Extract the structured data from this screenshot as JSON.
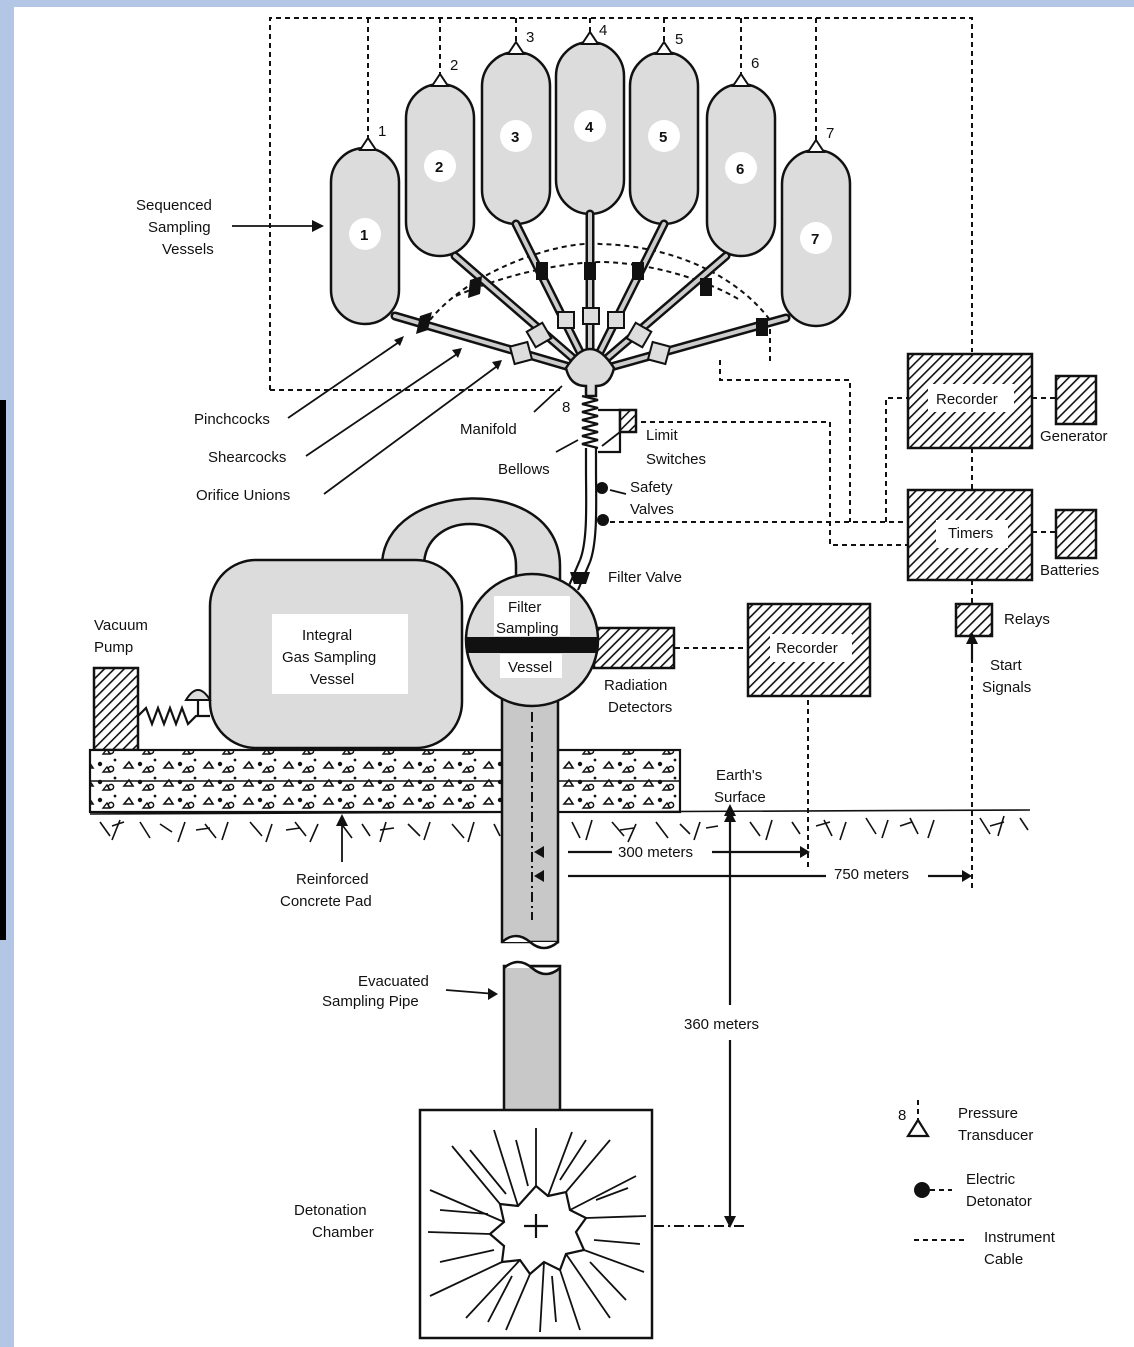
{
  "vessel_numbers": [
    "1",
    "2",
    "3",
    "4",
    "5",
    "6",
    "7"
  ],
  "transducer_numbers": [
    "1",
    "2",
    "3",
    "4",
    "5",
    "6",
    "7"
  ],
  "manifold_transducer_number": "8",
  "labels": {
    "sequenced_sampling_vessels": [
      "Sequenced",
      "Sampling",
      "Vessels"
    ],
    "pinchcocks": "Pinchcocks",
    "shearcocks": "Shearcocks",
    "orifice_unions": "Orifice  Unions",
    "manifold": "Manifold",
    "bellows": "Bellows",
    "limit_switches": [
      "Limit",
      "Switches"
    ],
    "safety_valves": [
      "Safety",
      "Valves"
    ],
    "filter_valve": "Filter  Valve",
    "recorder_top": "Recorder",
    "generator": "Generator",
    "timers": "Timers",
    "batteries": "Batteries",
    "relays": "Relays",
    "start_signals": [
      "Start",
      "Signals"
    ],
    "vacuum_pump": [
      "Vacuum",
      "Pump"
    ],
    "integral_gas_sampling_vessel": [
      "Integral",
      "Gas  Sampling",
      "Vessel"
    ],
    "filter_sampling_vessel": [
      "Filter",
      "Sampling",
      "Vessel"
    ],
    "radiation_detectors": [
      "Radiation",
      "Detectors"
    ],
    "recorder_mid": "Recorder",
    "earths_surface": [
      "Earth's",
      "Surface"
    ],
    "reinforced_concrete_pad": [
      "Reinforced",
      "Concrete  Pad"
    ],
    "evacuated_sampling_pipe": [
      "Evacuated",
      "Sampling  Pipe"
    ],
    "detonation_chamber": [
      "Detonation",
      "Chamber"
    ]
  },
  "dimensions": {
    "d300": "300 meters",
    "d750": "750 meters",
    "d360": "360 meters"
  },
  "legend": {
    "pressure_transducer": [
      "Pressure",
      "Transducer"
    ],
    "electric_detonator": [
      "Electric",
      "Detonator"
    ],
    "instrument_cable": [
      "Instrument",
      "Cable"
    ],
    "transducer_symbol_number": "8"
  }
}
